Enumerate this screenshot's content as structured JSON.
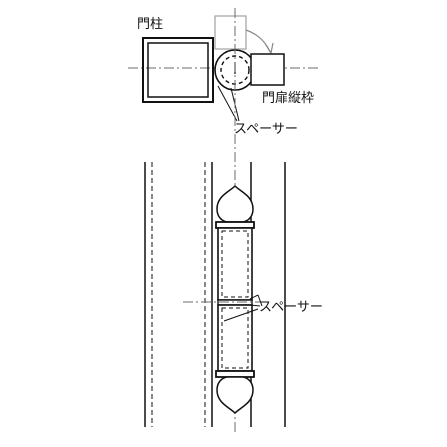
{
  "labels": {
    "gate_post": "門柱",
    "gate_stile": "門扉縦枠",
    "spacer_top": "スペーサー",
    "spacer_middle": "スペーサー"
  },
  "colors": {
    "line": "#111111",
    "center_line": "#6b6b6b",
    "ghost_stile": "#a8a8a8",
    "background": "#ffffff"
  }
}
